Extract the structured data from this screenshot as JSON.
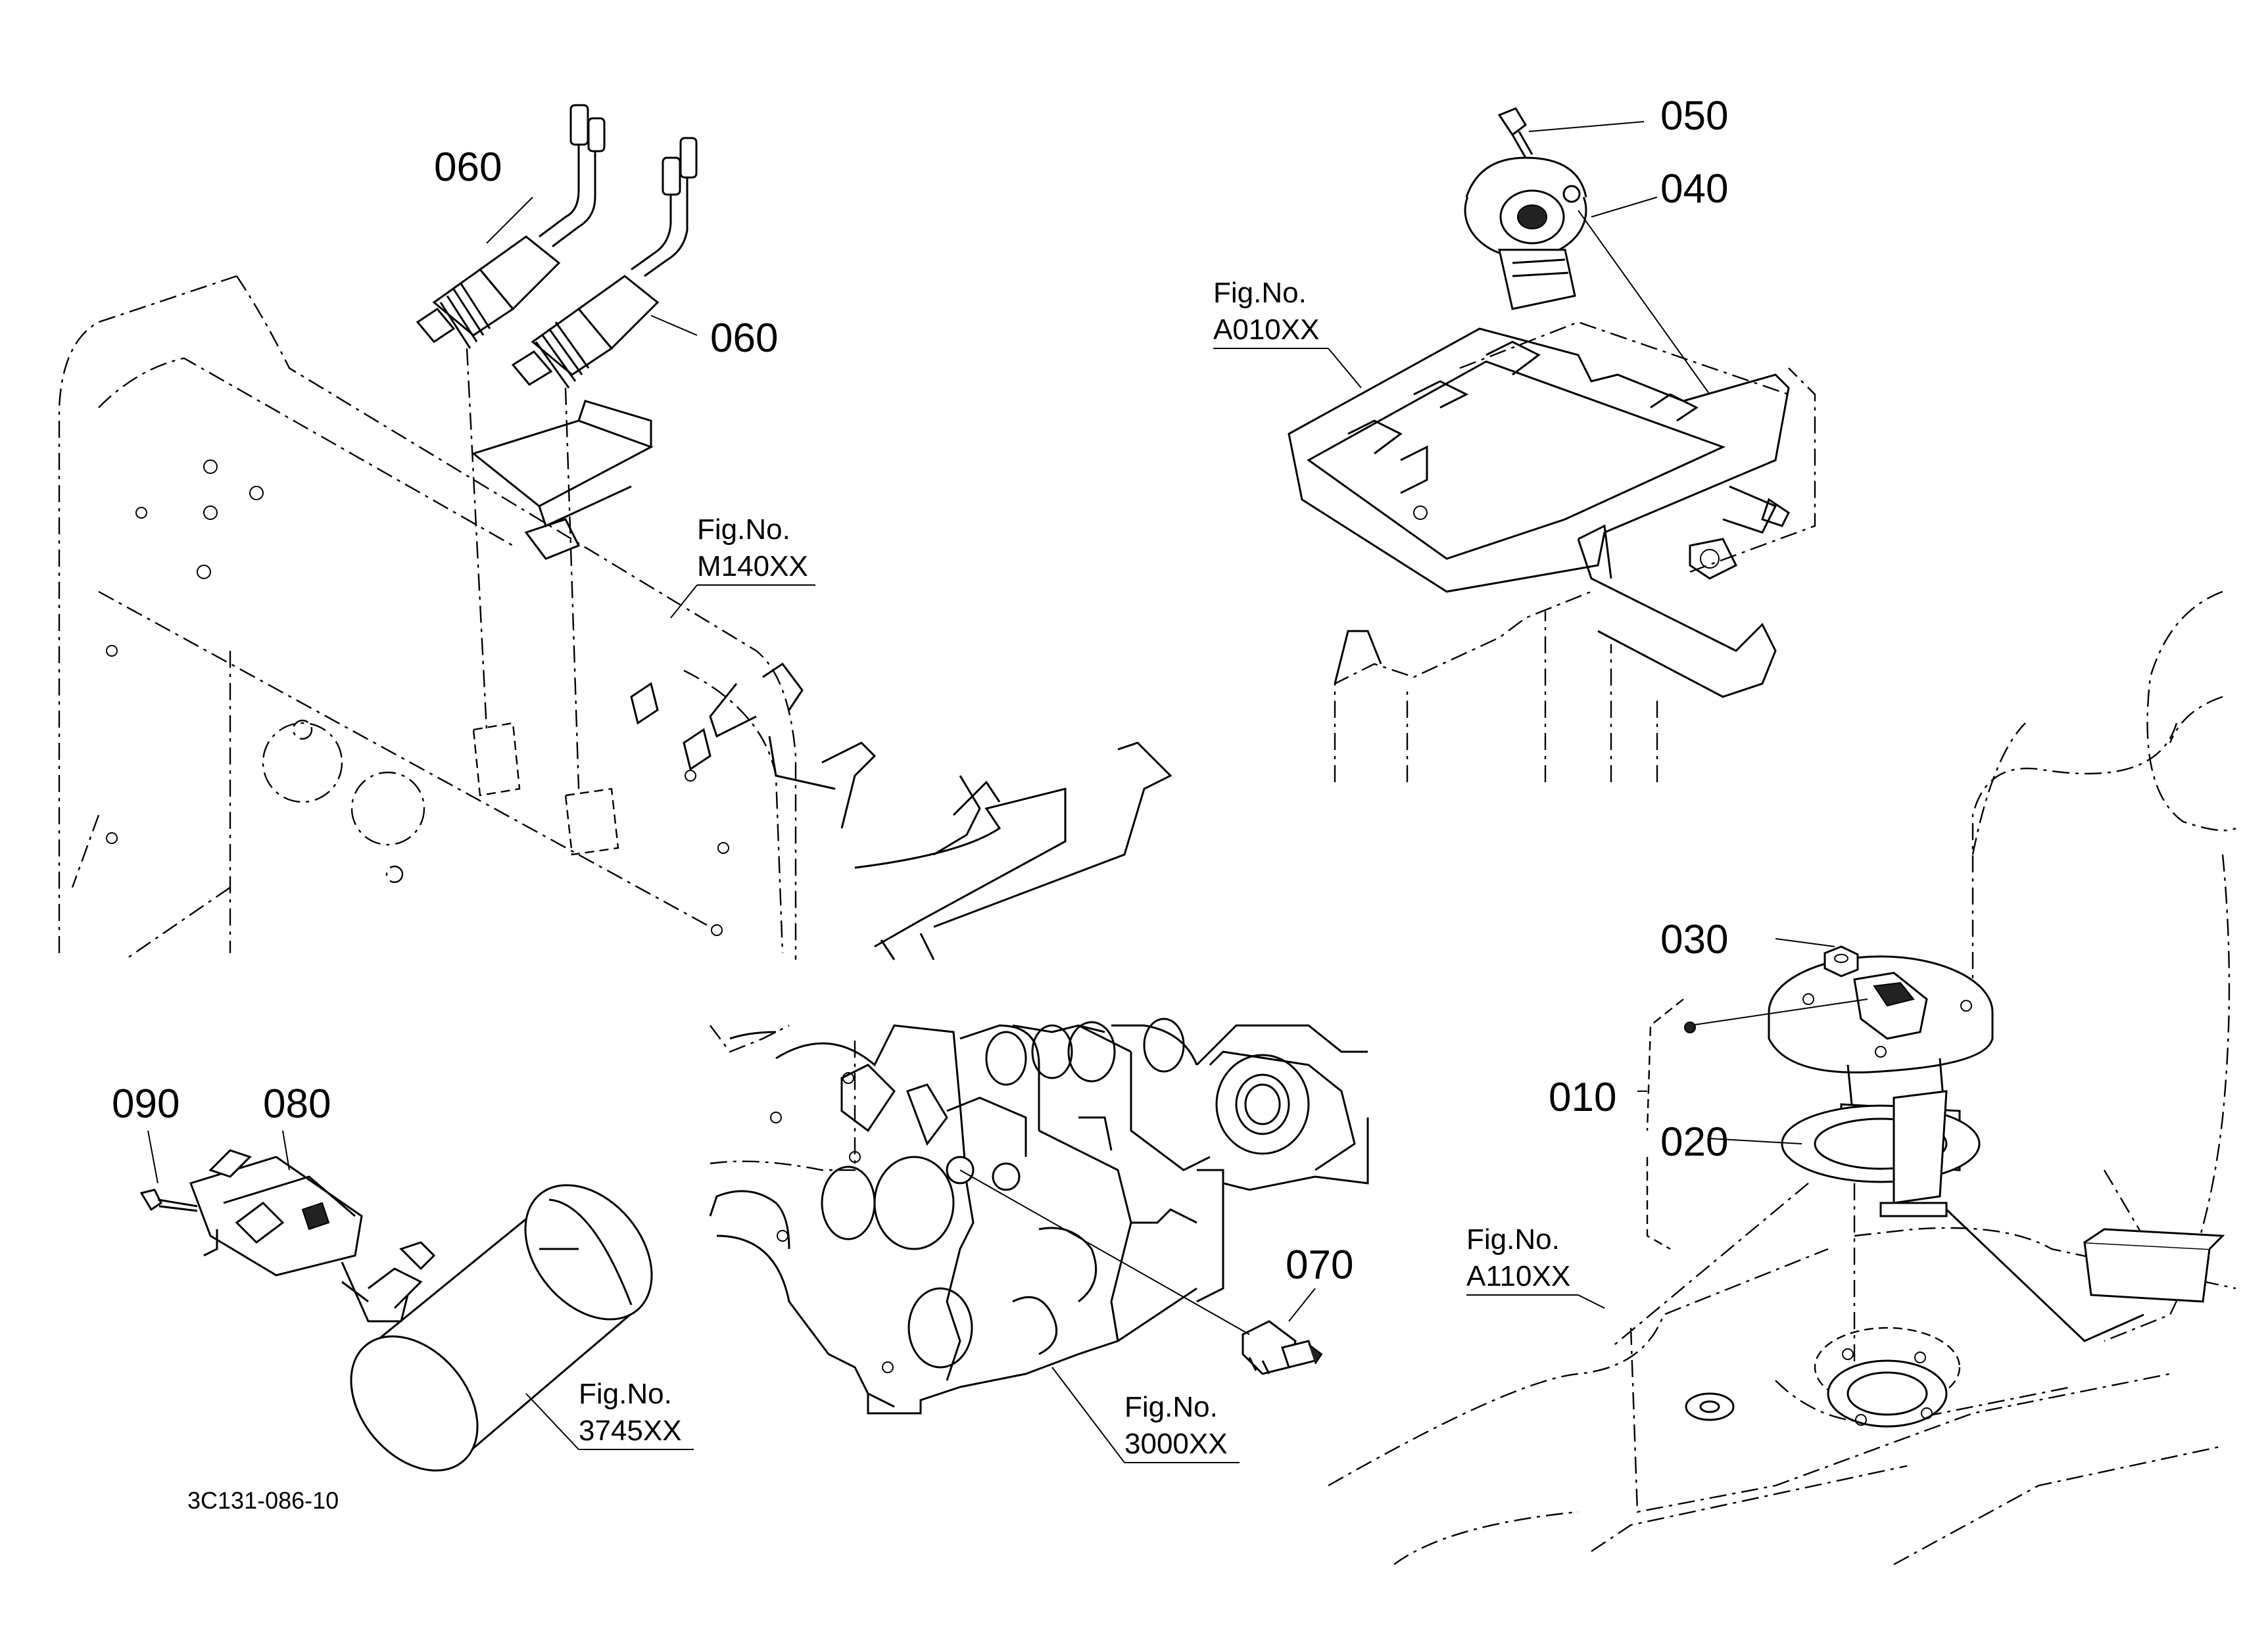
{
  "drawing_code": "3C131-086-10",
  "parts": [
    {
      "id": "part-010",
      "number": "010"
    },
    {
      "id": "part-020",
      "number": "020"
    },
    {
      "id": "part-030",
      "number": "030"
    },
    {
      "id": "part-040",
      "number": "040"
    },
    {
      "id": "part-050",
      "number": "050"
    },
    {
      "id": "part-060a",
      "number": "060"
    },
    {
      "id": "part-060b",
      "number": "060"
    },
    {
      "id": "part-070",
      "number": "070"
    },
    {
      "id": "part-080",
      "number": "080"
    },
    {
      "id": "part-090",
      "number": "090"
    }
  ],
  "figure_refs": [
    {
      "id": "m140",
      "title": "Fig.No.",
      "number": "M140XX"
    },
    {
      "id": "a010",
      "title": "Fig.No.",
      "number": "A010XX"
    },
    {
      "id": "a110",
      "title": "Fig.No.",
      "number": "A110XX"
    },
    {
      "id": "3745",
      "title": "Fig.No.",
      "number": "3745XX"
    },
    {
      "id": "3000",
      "title": "Fig.No.",
      "number": "3000XX"
    }
  ]
}
